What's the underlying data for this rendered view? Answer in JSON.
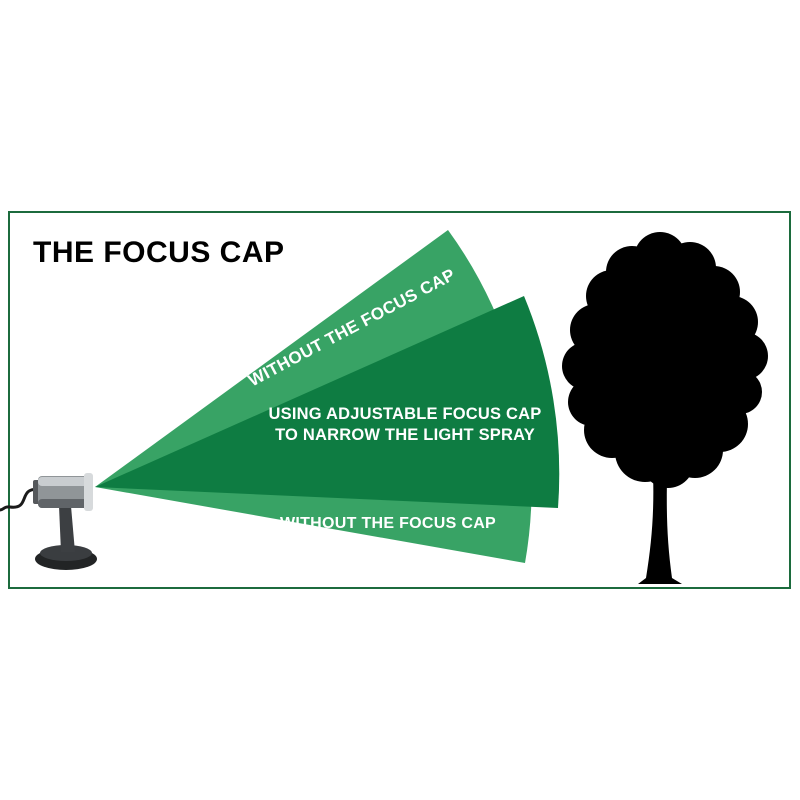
{
  "title": "THE FOCUS CAP",
  "beams": {
    "upper_label": "WITHOUT THE FOCUS CAP",
    "middle_label_line1": "USING ADJUSTABLE FOCUS CAP",
    "middle_label_line2": "TO NARROW THE LIGHT SPRAY",
    "lower_label": "WITHOUT THE FOCUS CAP"
  },
  "colors": {
    "frame_border": "#1c6b3d",
    "beam_light": "#38a365",
    "beam_dark": "#0e7c42",
    "silhouette": "#000000",
    "label_text": "#ffffff"
  }
}
